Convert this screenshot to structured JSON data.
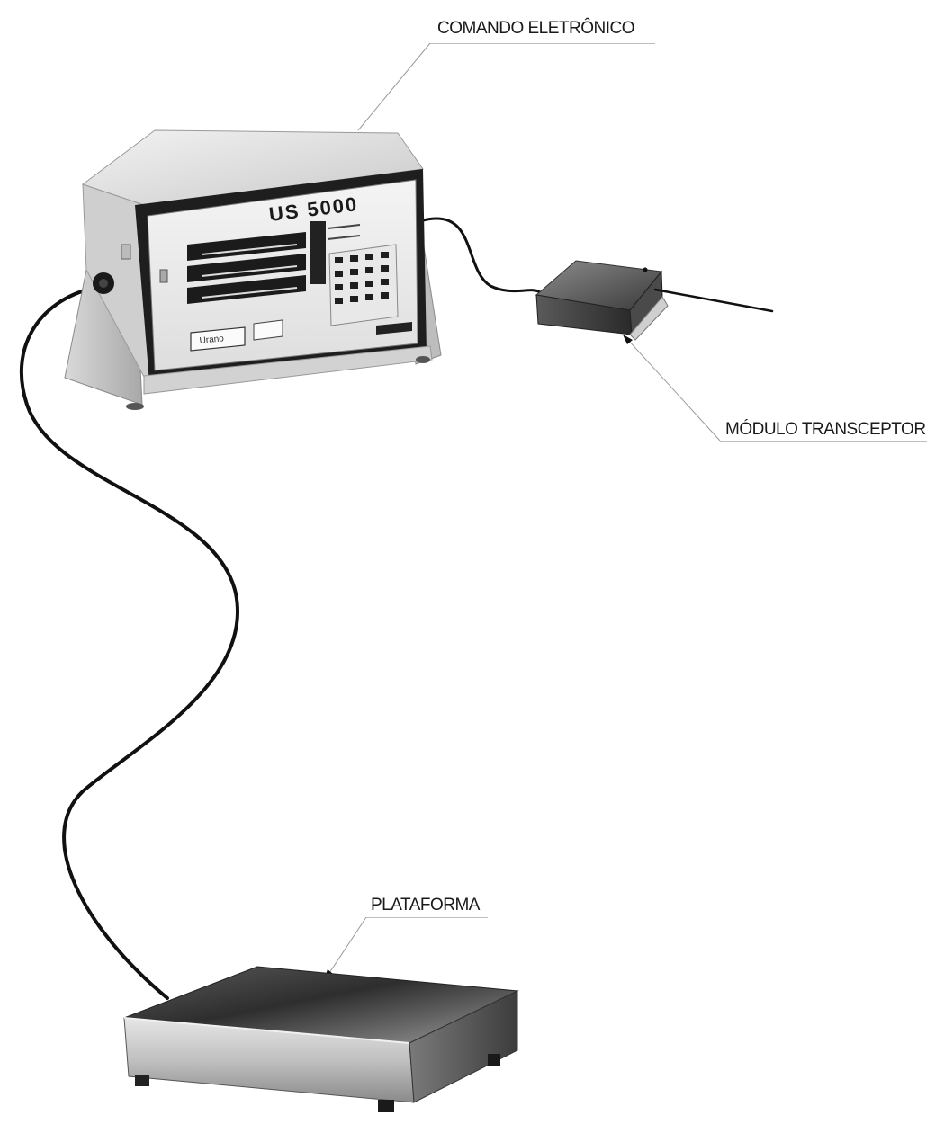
{
  "labels": {
    "comando": "COMANDO ELETRÔNICO",
    "modulo": "MÓDULO TRANSCEPTOR",
    "plataforma": "PLATAFORMA"
  },
  "device": {
    "model": "US 5000",
    "brand": "Urano"
  }
}
